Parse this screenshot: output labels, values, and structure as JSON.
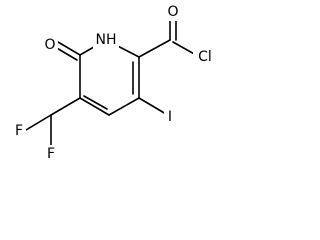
{
  "molecule": {
    "atoms": {
      "O_ketone": "O",
      "NH": "NH",
      "O_acyl": "O",
      "Cl": "Cl",
      "I": "I",
      "F_top": "F",
      "F_bottom": "F"
    }
  },
  "colors": {
    "bond": "#000000",
    "text": "#000000",
    "background": "#ffffff"
  }
}
